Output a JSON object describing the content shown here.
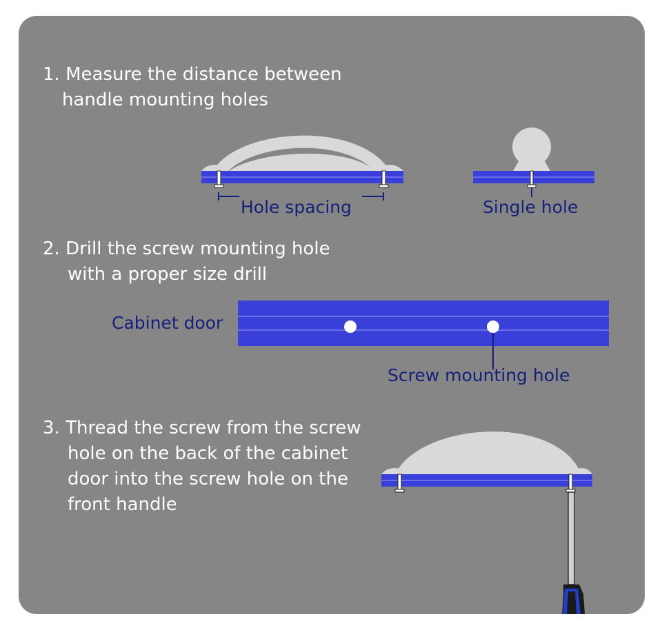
{
  "colors": {
    "panel": "#868686",
    "board": "#3a3fd8",
    "board_line": "#9aa2ff",
    "handle": "#d9d9d9",
    "label": "#15207a",
    "step_text": "#ffffff"
  },
  "steps": [
    {
      "number": "1.",
      "lines": [
        "Measure the distance between",
        "handle mounting holes"
      ]
    },
    {
      "number": "2.",
      "lines": [
        "Drill the screw mounting hole",
        "with a proper size drill"
      ]
    },
    {
      "number": "3.",
      "lines": [
        "Thread the screw from the screw",
        "hole on the back of the cabinet",
        "door into the screw hole on the",
        "front handle"
      ]
    }
  ],
  "labels": {
    "hole_spacing": "Hole spacing",
    "single_hole": "Single hole",
    "cabinet_door": "Cabinet door",
    "screw_mounting_hole": "Screw mounting hole"
  },
  "icons": [
    "bar-handle-icon",
    "knob-handle-icon",
    "screw-icon",
    "screwdriver-icon"
  ]
}
